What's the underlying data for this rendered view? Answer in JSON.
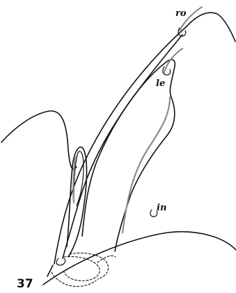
{
  "figure": {
    "number": "37",
    "labels": {
      "ro": "ro",
      "le": "le",
      "in": "in"
    },
    "colors": {
      "ink": "#111111",
      "grey_line": "#8c8c8c",
      "background": "#ffffff"
    }
  }
}
